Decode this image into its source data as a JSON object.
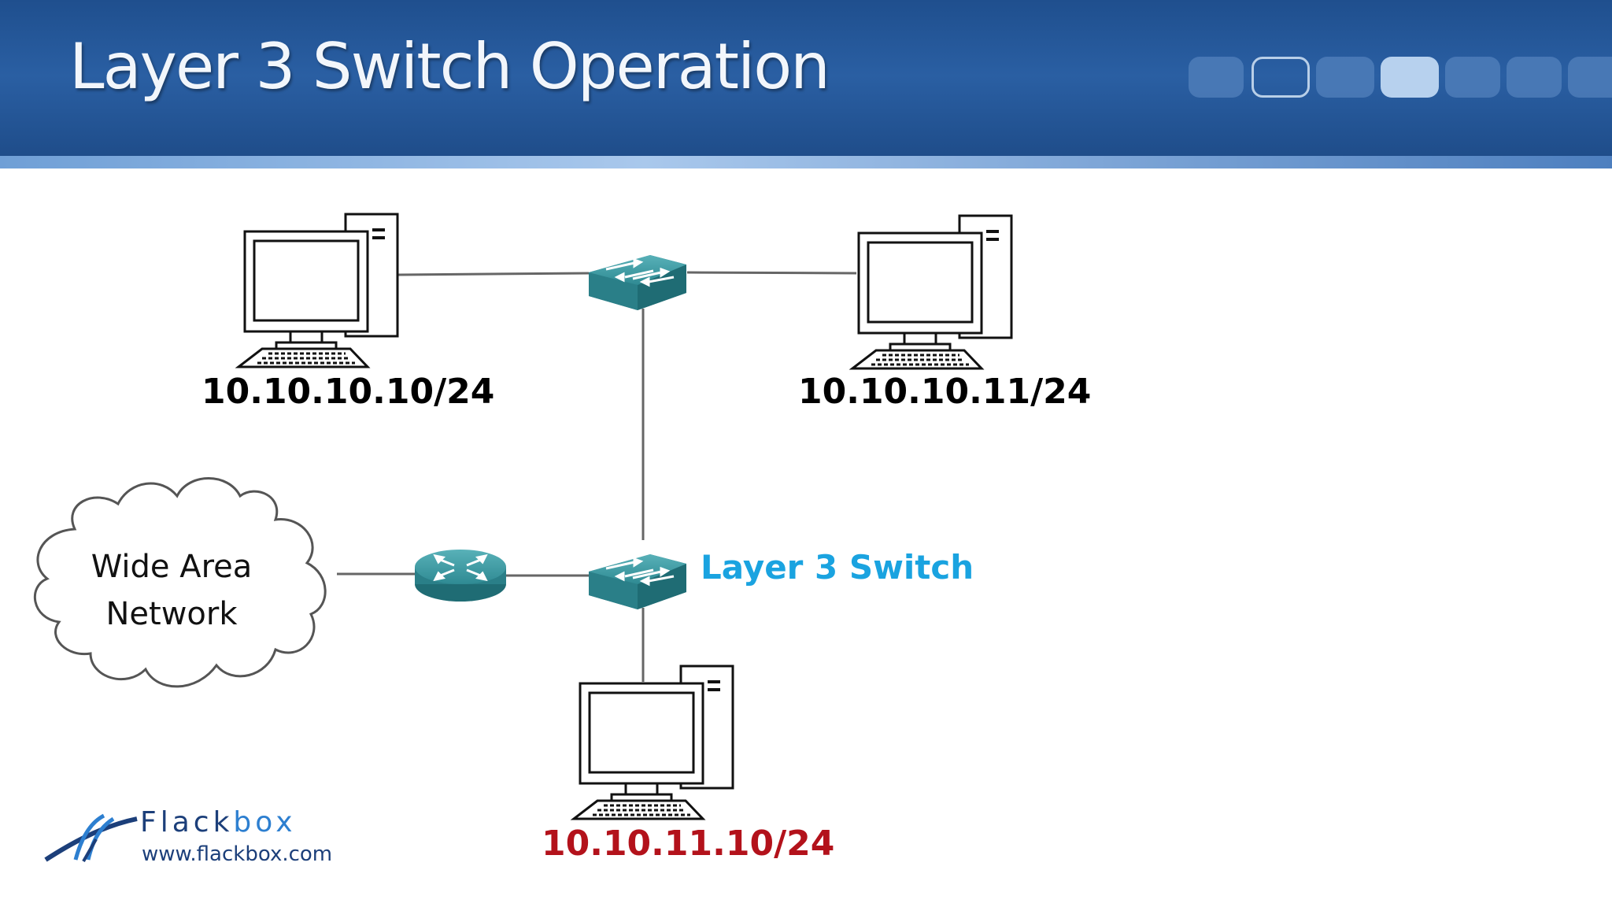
{
  "header": {
    "title": "Layer 3 Switch Operation"
  },
  "hosts": {
    "top_left_ip": "10.10.10.10/24",
    "top_right_ip": "10.10.10.11/24",
    "bottom_ip": "10.10.11.10/24"
  },
  "devices": {
    "layer3_switch_label": "Layer 3 Switch",
    "wan_cloud_line1": "Wide Area",
    "wan_cloud_line2": "Network"
  },
  "icons": [
    "desktop-computer-icon",
    "switch-icon",
    "router-icon",
    "cloud-icon"
  ],
  "colors": {
    "banner": "#1f4f8e",
    "layer3_label": "#1aa3e0",
    "bottom_ip": "#b3121b",
    "device_teal": "#2f8a93"
  },
  "logo": {
    "name_part1": "Flack",
    "name_part2": "box",
    "url": "www.flackbox.com"
  }
}
